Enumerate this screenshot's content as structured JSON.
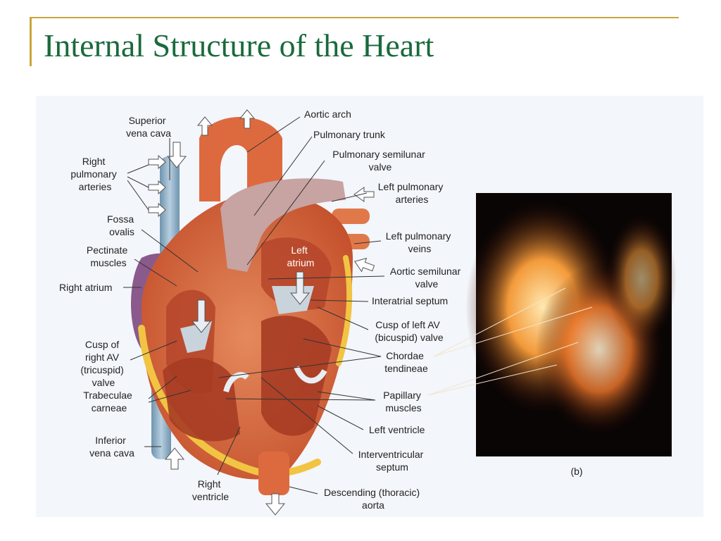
{
  "slide": {
    "title": "Internal Structure of the Heart"
  },
  "labels": {
    "superior_vena_cava": [
      "Superior",
      "vena cava"
    ],
    "right_pulmonary_arteries": [
      "Right",
      "pulmonary",
      "arteries"
    ],
    "fossa_ovalis": [
      "Fossa",
      "ovalis"
    ],
    "pectinate_muscles": [
      "Pectinate",
      "muscles"
    ],
    "right_atrium": "Right atrium",
    "cusp_right_av": [
      "Cusp of",
      "right AV",
      "(tricuspid)",
      "valve"
    ],
    "trabeculae_carneae": [
      "Trabeculae",
      "carneae"
    ],
    "inferior_vena_cava": [
      "Inferior",
      "vena cava"
    ],
    "right_ventricle": [
      "Right",
      "ventricle"
    ],
    "aortic_arch": "Aortic arch",
    "pulmonary_trunk": "Pulmonary trunk",
    "pulmonary_semilunar_valve": [
      "Pulmonary semilunar",
      "valve"
    ],
    "left_pulmonary_arteries": [
      "Left pulmonary",
      "arteries"
    ],
    "left_pulmonary_veins": [
      "Left pulmonary",
      "veins"
    ],
    "aortic_semilunar_valve": [
      "Aortic semilunar",
      "valve"
    ],
    "interatrial_septum": "Interatrial septum",
    "cusp_left_av": [
      "Cusp of left AV",
      "(bicuspid) valve"
    ],
    "chordae_tendineae": [
      "Chordae",
      "tendineae"
    ],
    "papillary_muscles": [
      "Papillary",
      "muscles"
    ],
    "left_ventricle": "Left ventricle",
    "interventricular_septum": [
      "Interventricular",
      "septum"
    ],
    "descending_aorta": [
      "Descending (thoracic)",
      "aorta"
    ],
    "left_atrium": [
      "Left",
      "atrium"
    ],
    "photo_caption": "(b)"
  },
  "colors": {
    "title_green": "#1a6a3c",
    "rule_gold": "#c9a63a",
    "panel_bg": "#f3f6fb",
    "heart_red": "#d9623a",
    "vein_blue": "#8fb0c8",
    "atrium_purple": "#8a5a8c",
    "fat_yellow": "#f2c443",
    "photo_black": "#0a0505"
  }
}
